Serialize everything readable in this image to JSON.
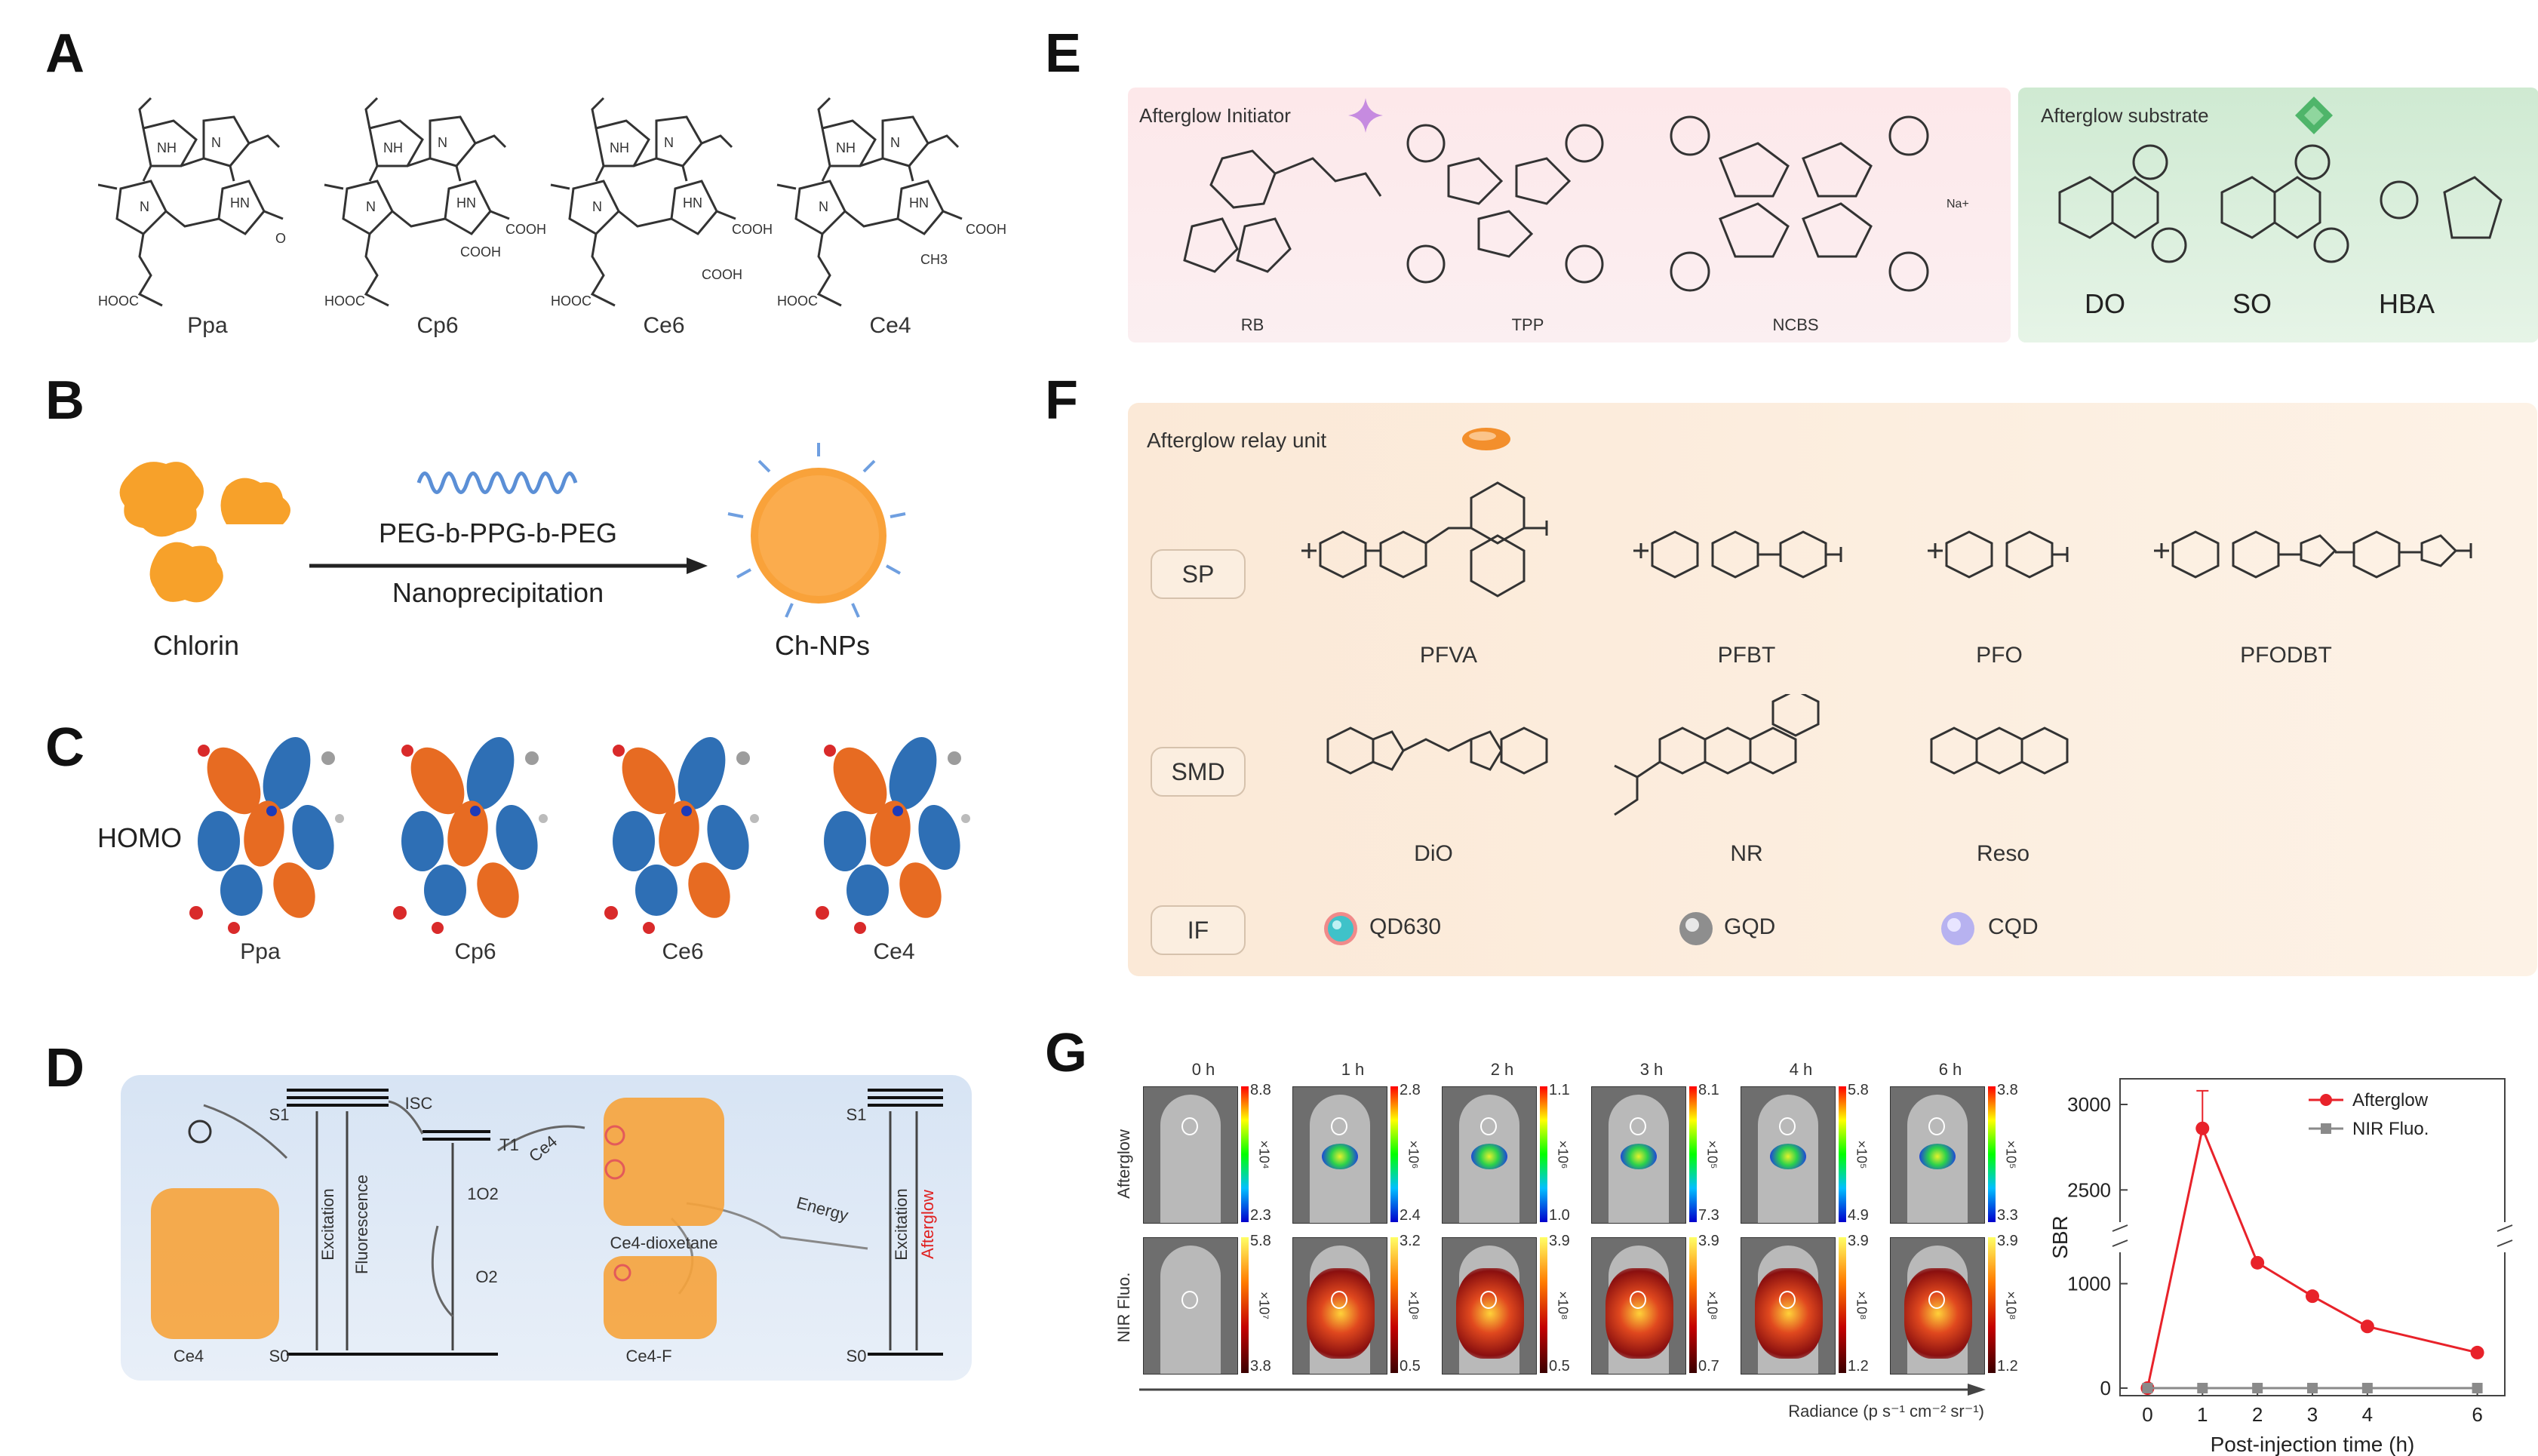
{
  "panels": {
    "a": {
      "label": "A",
      "names": [
        "Ppa",
        "Cp6",
        "Ce6",
        "Ce4"
      ]
    },
    "b": {
      "label": "B",
      "reagent": "PEG-b-PPG-b-PEG",
      "method": "Nanoprecipitation",
      "start": "Chlorin",
      "product": "Ch-NPs"
    },
    "c": {
      "label": "C",
      "orbital": "HOMO",
      "names": [
        "Ppa",
        "Cp6",
        "Ce6",
        "Ce4"
      ]
    },
    "d": {
      "label": "D",
      "s1": "S1",
      "s0": "S0",
      "t1": "T1",
      "isc": "ISC",
      "excitation": "Excitation",
      "fluorescence": "Fluorescence",
      "singlet_o2": "1O2",
      "o2": "O2",
      "ce4": "Ce4",
      "ce4_arrow": "Ce4",
      "dioxetane": "Ce4-dioxetane",
      "ce4f": "Ce4-F",
      "energy": "Energy",
      "excitation2": "Excitation",
      "afterglow": "Afterglow",
      "s1b": "S1",
      "s0b": "S0"
    },
    "e": {
      "label": "E",
      "initiator_title": "Afterglow Initiator",
      "substrate_title": "Afterglow substrate",
      "initiators": [
        "RB",
        "TPP",
        "NCBS"
      ],
      "substrates": [
        "DO",
        "SO",
        "HBA"
      ]
    },
    "f": {
      "label": "F",
      "title": "Afterglow relay unit",
      "rows": [
        {
          "tag": "SP",
          "items": [
            "PFVA",
            "PFBT",
            "PFO",
            "PFODBT"
          ]
        },
        {
          "tag": "SMD",
          "items": [
            "DiO",
            "NR",
            "Reso"
          ]
        },
        {
          "tag": "IF",
          "items": [
            "QD630",
            "GQD",
            "CQD"
          ]
        }
      ]
    },
    "g": {
      "label": "G",
      "times": [
        "0 h",
        "1 h",
        "2 h",
        "3 h",
        "4 h",
        "6 h"
      ],
      "row_labels": [
        "Afterglow",
        "NIR Fluo."
      ],
      "afterglow_scale": [
        {
          "max": "8.8",
          "min": "2.3",
          "exp": "×10⁴"
        },
        {
          "max": "2.8",
          "min": "2.4",
          "exp": "×10⁶"
        },
        {
          "max": "1.1",
          "min": "1.0",
          "exp": "×10⁶"
        },
        {
          "max": "8.1",
          "min": "7.3",
          "exp": "×10⁵"
        },
        {
          "max": "5.8",
          "min": "4.9",
          "exp": "×10⁵"
        },
        {
          "max": "3.8",
          "min": "3.3",
          "exp": "×10⁵"
        }
      ],
      "nir_scale": [
        {
          "max": "5.8",
          "min": "3.8",
          "exp": "×10⁷"
        },
        {
          "max": "3.2",
          "min": "0.5",
          "exp": "×10⁸"
        },
        {
          "max": "3.9",
          "min": "0.5",
          "exp": "×10⁸"
        },
        {
          "max": "3.9",
          "min": "0.7",
          "exp": "×10⁸"
        },
        {
          "max": "3.9",
          "min": "1.2",
          "exp": "×10⁸"
        },
        {
          "max": "3.9",
          "min": "1.2",
          "exp": "×10⁸"
        }
      ],
      "radiance": "Radiance (p s⁻¹ cm⁻² sr⁻¹)"
    }
  },
  "chart_data": {
    "type": "line",
    "xlabel": "Post-injection time (h)",
    "ylabel": "SBR",
    "x": [
      0,
      1,
      2,
      3,
      4,
      6
    ],
    "x_ticks": [
      "0",
      "1",
      "2",
      "3",
      "4",
      "6"
    ],
    "y_ticks": [
      "0",
      "1000",
      "2500",
      "3000"
    ],
    "axis_break": true,
    "legend_position": "top-right",
    "series": [
      {
        "name": "Afterglow",
        "color": "#e8222a",
        "values": [
          0,
          2860,
          1200,
          880,
          590,
          340
        ],
        "error_top": 3080
      },
      {
        "name": "NIR Fluo.",
        "color": "#8a8a8a",
        "values": [
          0,
          0,
          0,
          0,
          0,
          0
        ]
      }
    ]
  }
}
